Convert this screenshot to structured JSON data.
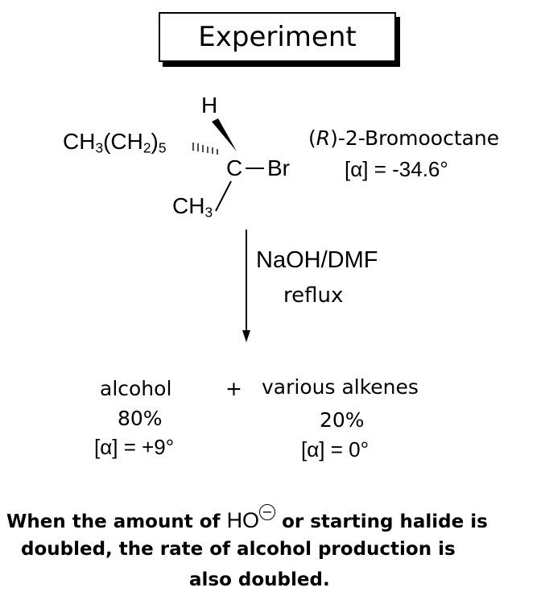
{
  "title": "Experiment",
  "reactant": {
    "substituent_h": "H",
    "chain_base": "CH",
    "chain_sub1": "3",
    "chain_mid": "(CH",
    "chain_sub2": "2",
    "chain_close": ")",
    "chain_sub3": "5",
    "carbon": "C",
    "bromo": "Br",
    "methyl_base": "CH",
    "methyl_sub": "3",
    "name_open": "(",
    "name_config": "R",
    "name_rest": ")-2-Bromooctane",
    "rotation": "[α] = -34.6°"
  },
  "conditions": {
    "reagent": "NaOH/DMF",
    "condition": "reflux"
  },
  "products": {
    "alcohol_label": "alcohol",
    "alcohol_yield": "80%",
    "alcohol_rotation": "[α] = +9°",
    "plus": "+",
    "alkenes_label": "various alkenes",
    "alkenes_yield": "20%",
    "alkenes_rotation": "[α] = 0°"
  },
  "conclusion": {
    "part1": "When the amount of",
    "ion": "HO",
    "charge": "−",
    "part2": "or starting halide is",
    "line2": "doubled, the rate of alcohol production is",
    "line3": "also doubled."
  }
}
